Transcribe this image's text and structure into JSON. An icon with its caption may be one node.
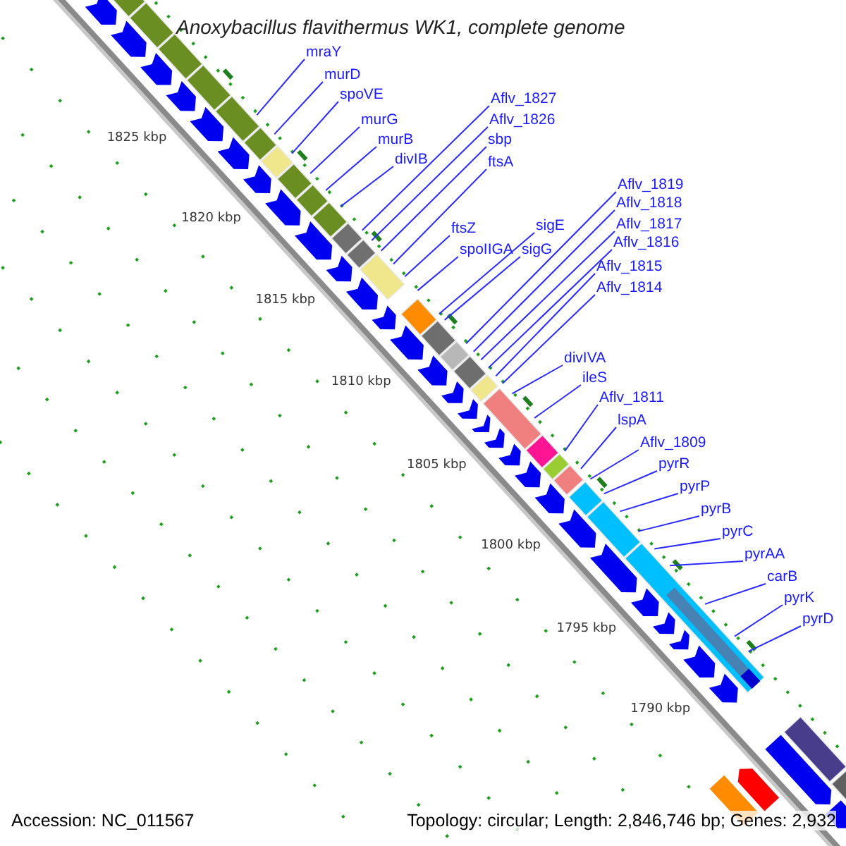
{
  "diagram": {
    "title": "Anoxybacillus flavithermus WK1, complete genome",
    "nodes": [
      {
        "text": [
          "mraY"
        ]
      },
      {
        "text": [
          "murD"
        ]
      },
      {
        "text": [
          "spoVE"
        ]
      },
      {
        "text": [
          "murG"
        ]
      },
      {
        "text": [
          "murB"
        ]
      },
      {
        "text": [
          "divIB"
        ]
      },
      {
        "text": [
          "Aflv_1827"
        ]
      },
      {
        "text": [
          "Aflv_1826"
        ]
      },
      {
        "text": [
          "sbp"
        ]
      },
      {
        "text": [
          "ftsA"
        ]
      },
      {
        "text": [
          "ftsZ"
        ]
      },
      {
        "text": [
          "spoIIGA"
        ]
      },
      {
        "text": [
          "sigE"
        ]
      },
      {
        "text": [
          "sigG"
        ]
      },
      {
        "text": [
          "Aflv_1819"
        ]
      },
      {
        "text": [
          "Aflv_1818"
        ]
      },
      {
        "text": [
          "Aflv_1817"
        ]
      },
      {
        "text": [
          "Aflv_1816"
        ]
      },
      {
        "text": [
          "Aflv_1815"
        ]
      },
      {
        "text": [
          "Aflv_1814"
        ]
      },
      {
        "text": [
          "divIVA"
        ]
      },
      {
        "text": [
          "ileS"
        ]
      },
      {
        "text": [
          "Aflv_1811"
        ]
      },
      {
        "text": [
          "lspA"
        ]
      },
      {
        "text": [
          "Aflv_1809"
        ]
      },
      {
        "text": [
          "pyrR"
        ]
      },
      {
        "text": [
          "pyrP"
        ]
      },
      {
        "text": [
          "pyrB"
        ]
      },
      {
        "text": [
          "pyrC"
        ]
      },
      {
        "text": [
          "pyrAA"
        ]
      },
      {
        "text": [
          "carB"
        ]
      },
      {
        "text": [
          "pyrK"
        ]
      },
      {
        "text": [
          "pyrD"
        ]
      }
    ],
    "edges": [
      {
        "from": 0,
        "to": null,
        "arrow": "none"
      },
      {
        "from": 1,
        "to": null,
        "arrow": "none"
      },
      {
        "from": 2,
        "to": null,
        "arrow": "none"
      },
      {
        "from": 3,
        "to": null,
        "arrow": "none"
      },
      {
        "from": 4,
        "to": null,
        "arrow": "none"
      },
      {
        "from": 5,
        "to": null,
        "arrow": "none"
      },
      {
        "from": 6,
        "to": null,
        "arrow": "none"
      },
      {
        "from": 7,
        "to": null,
        "arrow": "none"
      },
      {
        "from": 8,
        "to": null,
        "arrow": "none"
      },
      {
        "from": 9,
        "to": null,
        "arrow": "none"
      },
      {
        "from": 10,
        "to": null,
        "arrow": "none"
      },
      {
        "from": 11,
        "to": null,
        "arrow": "none"
      },
      {
        "from": 12,
        "to": null,
        "arrow": "none"
      },
      {
        "from": 13,
        "to": null,
        "arrow": "none"
      },
      {
        "from": 14,
        "to": null,
        "arrow": "none"
      },
      {
        "from": 15,
        "to": null,
        "arrow": "none"
      },
      {
        "from": 16,
        "to": null,
        "arrow": "none"
      },
      {
        "from": 17,
        "to": null,
        "arrow": "none"
      },
      {
        "from": 18,
        "to": null,
        "arrow": "none"
      },
      {
        "from": 19,
        "to": null,
        "arrow": "none"
      },
      {
        "from": 20,
        "to": null,
        "arrow": "none"
      },
      {
        "from": 21,
        "to": null,
        "arrow": "none"
      },
      {
        "from": 22,
        "to": null,
        "arrow": "none"
      },
      {
        "from": 23,
        "to": null,
        "arrow": "none"
      },
      {
        "from": 24,
        "to": null,
        "arrow": "none"
      },
      {
        "from": 25,
        "to": null,
        "arrow": "none"
      },
      {
        "from": 26,
        "to": null,
        "arrow": "none"
      },
      {
        "from": 27,
        "to": null,
        "arrow": "none"
      },
      {
        "from": 28,
        "to": null,
        "arrow": "none"
      },
      {
        "from": 29,
        "to": null,
        "arrow": "none"
      },
      {
        "from": 30,
        "to": null,
        "arrow": "none"
      },
      {
        "from": 31,
        "to": null,
        "arrow": "none"
      },
      {
        "from": 32,
        "to": null,
        "arrow": "none"
      }
    ],
    "labels": [
      "1825 kbp",
      "1820 kbp",
      "1815 kbp",
      "1810 kbp",
      "1805 kbp",
      "1800 kbp",
      "1795 kbp",
      "1790 kbp",
      "Accession: NC_011567",
      "Topology: circular; Length: 2,846,746 bp; Genes: 2,932"
    ]
  }
}
